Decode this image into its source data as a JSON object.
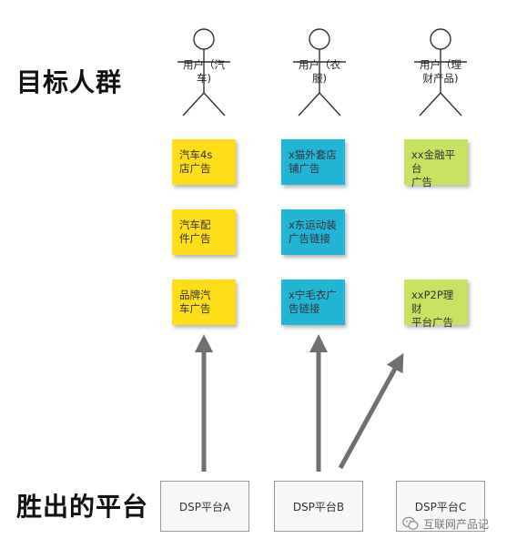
{
  "row_labels": {
    "target": "目标人群",
    "winner": "胜出的平台"
  },
  "actors": [
    {
      "label": "用户（汽\n车)"
    },
    {
      "label": "用户（衣\n服)"
    },
    {
      "label": "用户（理\n财产品)"
    }
  ],
  "ad_notes": {
    "col1": [
      "汽车4s\n店广告",
      "汽车配\n件广告",
      "品牌汽\n车广告"
    ],
    "col2": [
      "x猫外套店\n铺广告",
      "x东运动装\n广告链接",
      "x宁毛衣广\n告链接"
    ],
    "col3": [
      "xx金融平台\n广告",
      "xxP2P理财\n平台广告"
    ]
  },
  "platforms": [
    "DSP平台A",
    "DSP平台B",
    "DSP平台C"
  ],
  "watermark": "互联网产品记",
  "colors": {
    "yellow": "#ffde17",
    "blue": "#21b5d6",
    "green": "#c7e260",
    "arrow": "#707070"
  }
}
